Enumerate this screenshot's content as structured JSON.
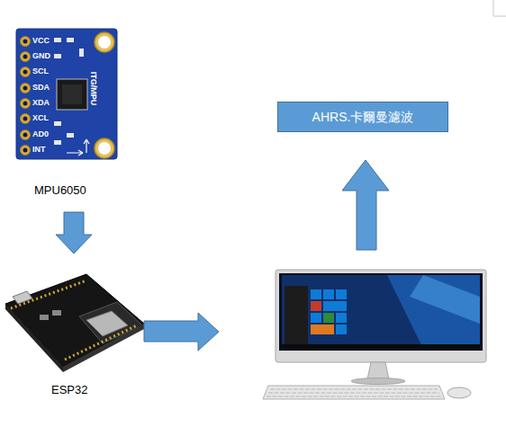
{
  "diagram": {
    "nodes": [
      {
        "text": [
          "MPU6050"
        ]
      },
      {
        "text": [
          "ESP32"
        ]
      },
      {
        "text": [
          "AHRS.卡爾曼濾波"
        ]
      }
    ],
    "edges": [
      {
        "from": 0,
        "to": 1,
        "arrow": "to"
      }
    ],
    "labels": [
      "VCC",
      "GND",
      "SCL",
      "SDA",
      "XDA",
      "XCL",
      "AD0",
      "INT",
      "ITG/MPU"
    ]
  }
}
